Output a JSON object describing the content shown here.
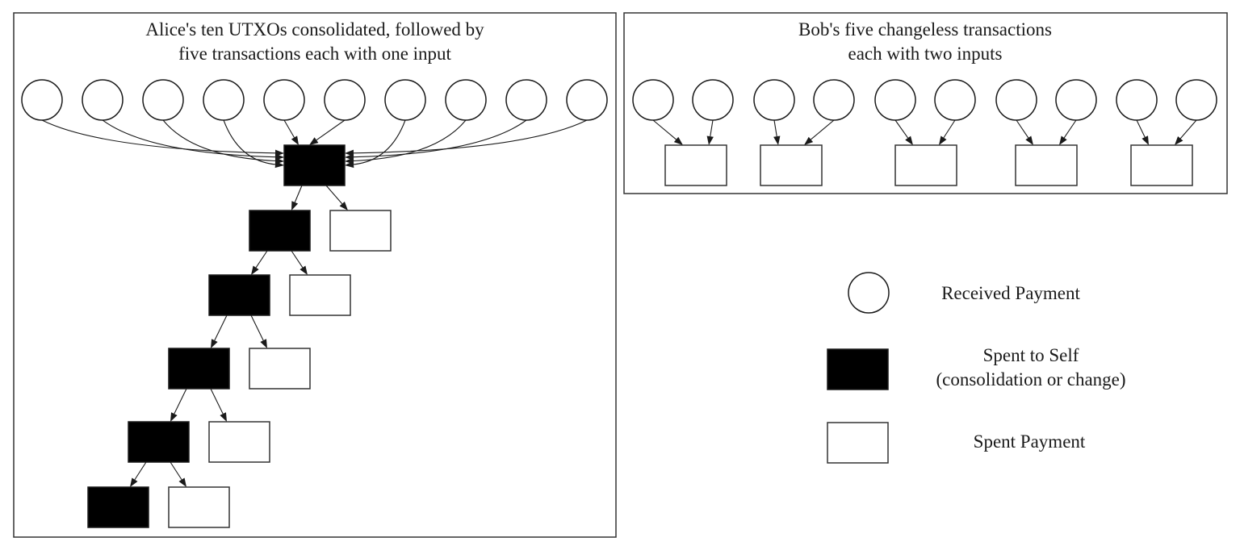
{
  "alice_panel": {
    "title_line1": "Alice's ten UTXOs consolidated, followed by",
    "title_line2": "five transactions each with one input",
    "received_count": 10,
    "chain_steps": 5
  },
  "bob_panel": {
    "title_line1": "Bob's five changeless transactions",
    "title_line2": "each with two inputs",
    "transaction_count": 5,
    "inputs_per_transaction": 2
  },
  "legend": {
    "received_label": "Received Payment",
    "self_label_line1": "Spent to Self",
    "self_label_line2": "(consolidation or change)",
    "payment_label": "Spent Payment"
  },
  "colors": {
    "received": "#ffffff",
    "spent_to_self": "#000000",
    "spent_payment": "#ffffff"
  },
  "icons": {
    "received": "circle-icon",
    "spent_to_self": "filled-square-icon",
    "spent_payment": "empty-square-icon"
  }
}
